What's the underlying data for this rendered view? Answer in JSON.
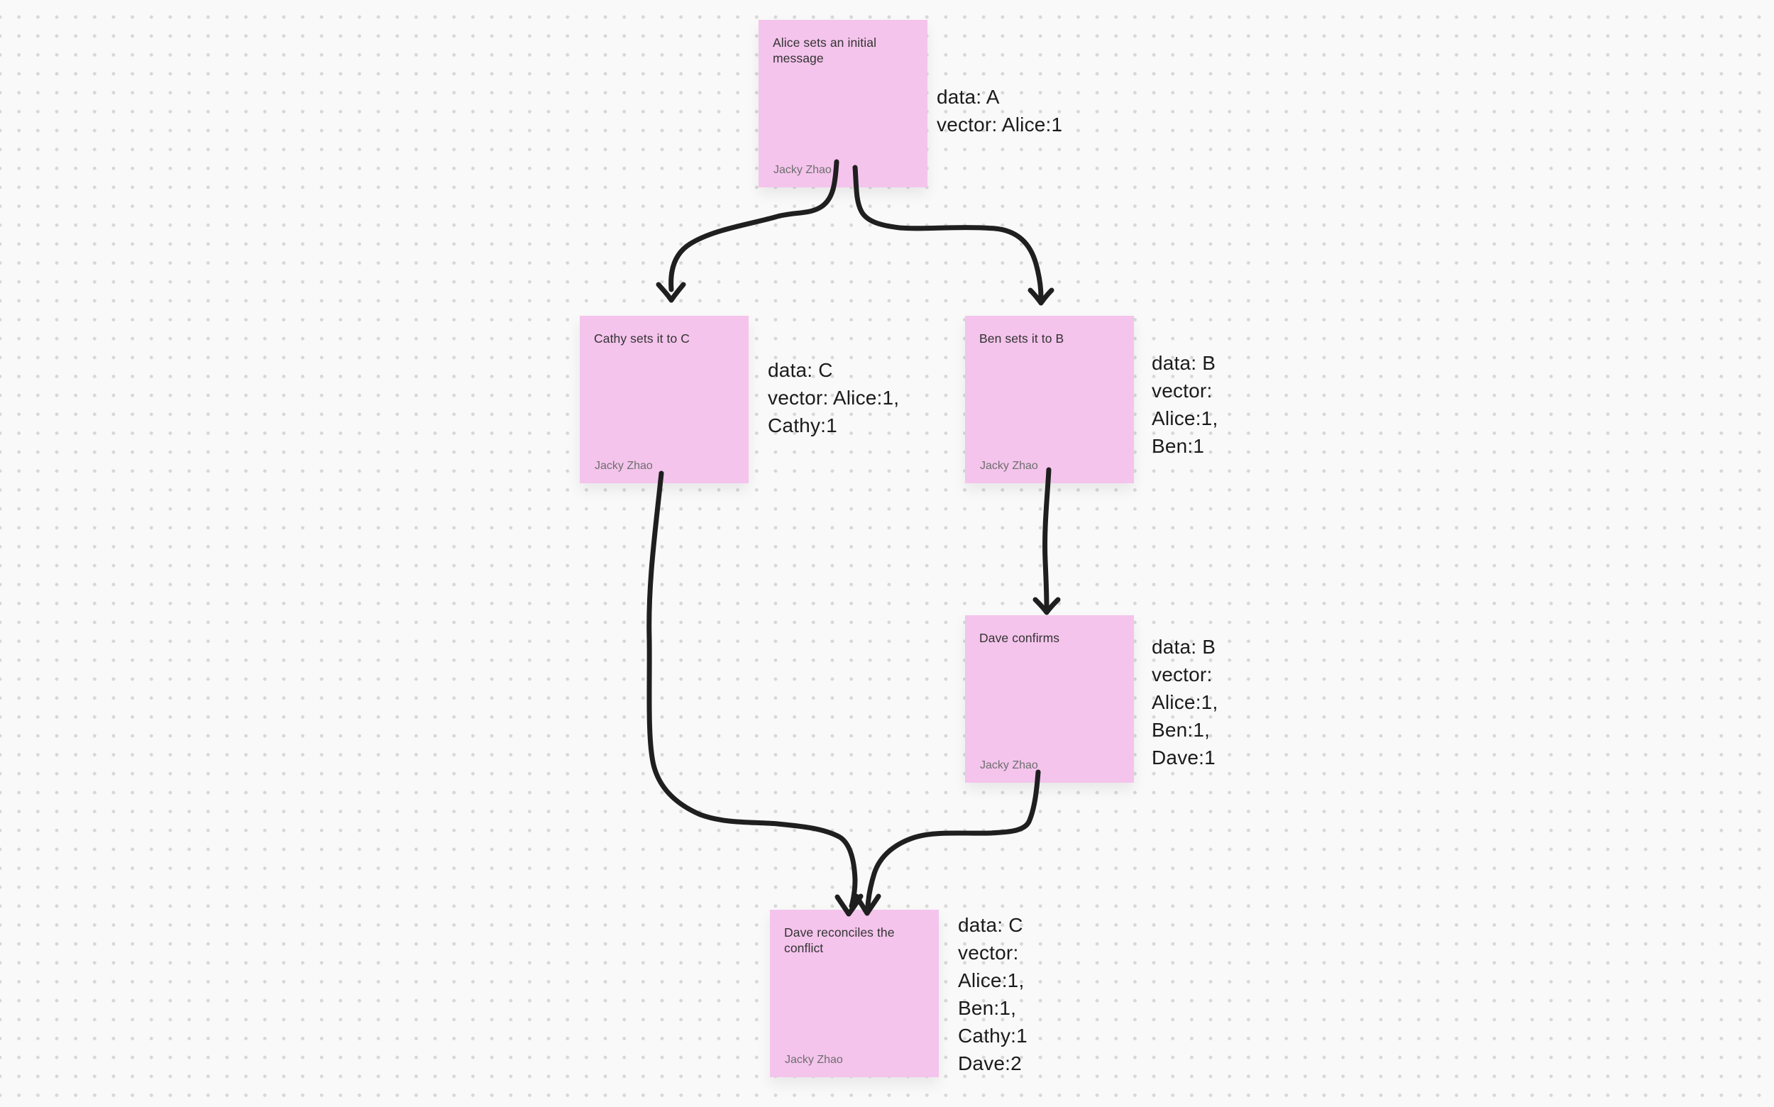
{
  "colors": {
    "canvas_bg": "#f9f9f9",
    "dot": "#d7d7d7",
    "note_bg": "#f4c4ec",
    "note_text": "#333333",
    "note_author": "#6e6e6e",
    "annotation_text": "#1b1b1b",
    "arrow": "#1f1f1f"
  },
  "notes": [
    {
      "id": "alice",
      "title": "Alice sets an initial message",
      "author": "Jacky Zhao"
    },
    {
      "id": "cathy",
      "title": "Cathy sets it to C",
      "author": "Jacky Zhao"
    },
    {
      "id": "ben",
      "title": "Ben sets it to B",
      "author": "Jacky Zhao"
    },
    {
      "id": "dave-confirms",
      "title": "Dave confirms",
      "author": "Jacky Zhao"
    },
    {
      "id": "dave-reconciles",
      "title": "Dave reconciles the conflict",
      "author": "Jacky Zhao"
    }
  ],
  "annotations": [
    {
      "id": "alice",
      "lines": [
        "data: A",
        "vector: Alice:1"
      ]
    },
    {
      "id": "cathy",
      "lines": [
        "data: C",
        "vector: Alice:1,",
        "Cathy:1"
      ]
    },
    {
      "id": "ben",
      "lines": [
        "data: B",
        "vector:",
        "Alice:1,",
        "Ben:1"
      ]
    },
    {
      "id": "dave-confirms",
      "lines": [
        "data: B",
        "vector:",
        "Alice:1,",
        "Ben:1,",
        "Dave:1"
      ]
    },
    {
      "id": "dave-reconciles",
      "lines": [
        "data: C",
        "vector:",
        "Alice:1,",
        "Ben:1,",
        "Cathy:1",
        "Dave:2"
      ]
    }
  ],
  "arrows": [
    {
      "id": "alice-to-cathy",
      "from": "alice",
      "to": "cathy"
    },
    {
      "id": "alice-to-ben",
      "from": "alice",
      "to": "ben"
    },
    {
      "id": "ben-to-dave-confirms",
      "from": "ben",
      "to": "dave-confirms"
    },
    {
      "id": "cathy-to-dave-reconciles",
      "from": "cathy",
      "to": "dave-reconciles"
    },
    {
      "id": "confirms-to-reconciles",
      "from": "dave-confirms",
      "to": "dave-reconciles"
    }
  ]
}
